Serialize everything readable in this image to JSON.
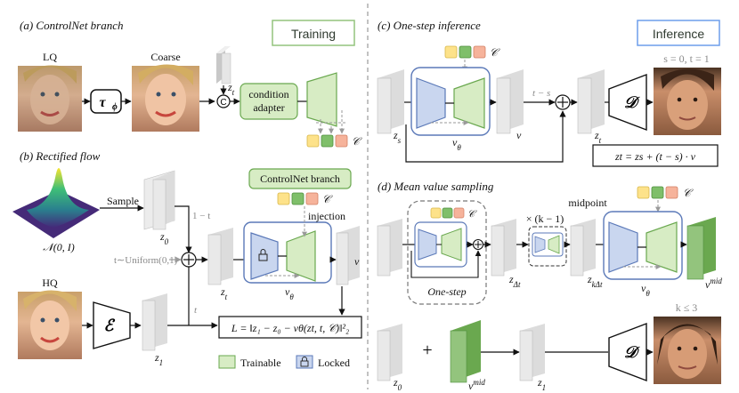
{
  "left": {
    "section_a": "(a) ControlNet branch",
    "training_badge": "Training",
    "lq_label": "LQ",
    "coarse_label": "Coarse",
    "tau_phi": "τ",
    "tau_phi_sub": "ϕ",
    "zt_label": "z",
    "zt_sub": "t",
    "concat_symbol": "C",
    "condition_adapter_l1": "condition",
    "condition_adapter_l2": "adapter",
    "cond_c": "𝒞",
    "section_b": "(b) Rectified flow",
    "sample_label": "Sample",
    "normal_label": "𝒩(0, I)",
    "z0_label": "z",
    "z0_sub": "0",
    "one_minus_t": "1 − t",
    "t_uniform": "t∼Uniform(0,1)",
    "t_label": "t",
    "zt2_label": "z",
    "zt2_sub": "t",
    "controlnet_branch_box": "ControlNet branch",
    "injection_label": "injection",
    "vtheta_label": "v",
    "vtheta_sub": "θ",
    "v_label": "v",
    "hq_label": "HQ",
    "encoder_symbol": "ℰ",
    "z1_label": "z",
    "z1_sub": "1",
    "loss_formula": "L = ‖z₁ − z₀ − vθ(zt, t, 𝒞)‖²₂",
    "legend_trainable": "Trainable",
    "legend_locked": "Locked"
  },
  "right": {
    "section_c": "(c) One-step inference",
    "inference_badge": "Inference",
    "cond_c": "𝒞",
    "st_values": "s = 0, t = 1",
    "zs_label": "z",
    "zs_sub": "s",
    "vtheta_label": "v",
    "vtheta_sub": "θ",
    "v_label": "v",
    "t_minus_s": "t − s",
    "zt_label": "z",
    "zt_sub": "t",
    "decoder_symbol": "𝒟",
    "update_formula": "zt = zs + (t − s) · v",
    "section_d": "(d) Mean value sampling",
    "times_k": "× (k − 1)",
    "midpoint_label": "midpoint",
    "one_step_label": "One-step",
    "zdt_label": "z",
    "zdt_sub": "Δt",
    "zkdt_label": "z",
    "zkdt_sub": "kΔt",
    "vmid_label": "v",
    "vmid_sup": "mid",
    "k_bound": "k ≤ 3",
    "z0_label": "z",
    "z0_sub": "0",
    "plus_symbol": "+",
    "vmid2_label": "v",
    "vmid2_sup": "mid",
    "z1_label": "z",
    "z1_sub": "1"
  },
  "colors": {
    "green_fill": "#d7ecc4",
    "green_stroke": "#6aa84f",
    "blue_fill": "#c9d6ef",
    "blue_stroke": "#5b79b8",
    "yellow": "#fde28a",
    "orange": "#f6b39b",
    "green_dark": "#7fbf6a",
    "grey_block": "#d9d9d9"
  }
}
